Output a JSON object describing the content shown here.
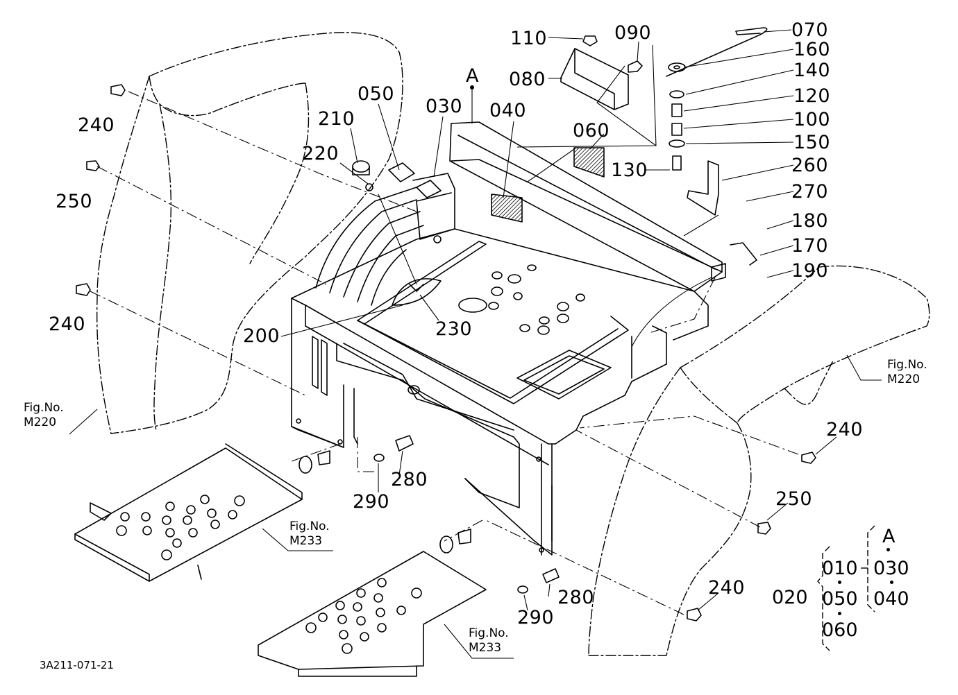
{
  "drawing_code": "3A211-071-21",
  "point_a": "A",
  "figure_refs": {
    "fig_no_label": "Fig.No.",
    "left_fender": "M220",
    "right_fender": "M220",
    "left_step": "M233",
    "right_step": "M233"
  },
  "callouts": {
    "c110": "110",
    "c090": "090",
    "c070": "070",
    "c160": "160",
    "c080": "080",
    "c140": "140",
    "c120": "120",
    "c100": "100",
    "c150": "150",
    "c130": "130",
    "c260": "260",
    "c270": "270",
    "c180": "180",
    "c170": "170",
    "c190": "190",
    "c050": "050",
    "c030": "030",
    "c040": "040",
    "c060": "060",
    "c210": "210",
    "c220": "220",
    "c240_a": "240",
    "c250_a": "250",
    "c240_b": "240",
    "c200": "200",
    "c230": "230",
    "c280_a": "280",
    "c290_a": "290",
    "c240_c": "240",
    "c250_b": "250",
    "c240_d": "240",
    "c280_b": "280",
    "c290_b": "290"
  },
  "assembly_key": {
    "parent": "020",
    "sub_a_label": "A",
    "left_column": [
      "010",
      "050",
      "060"
    ],
    "right_column": [
      "030",
      "040"
    ]
  }
}
